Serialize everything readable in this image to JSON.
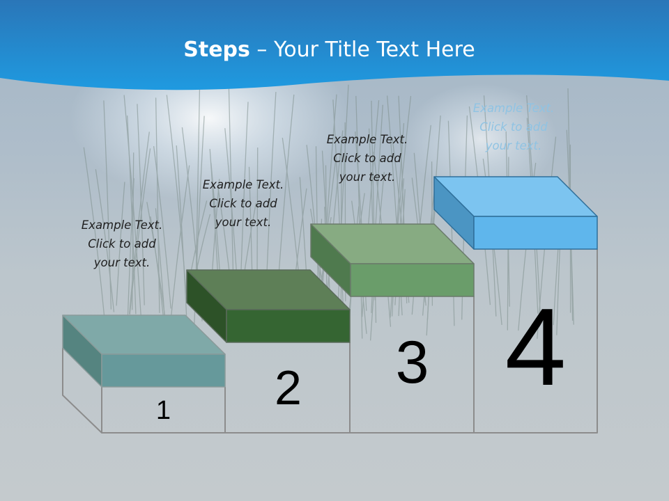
{
  "slide": {
    "title_bold": "Steps",
    "title_rest": " – Your Title Text Here"
  },
  "steps": [
    {
      "number": "1",
      "caption": [
        "Example Text.",
        "Click  to add",
        "your text."
      ],
      "color": "#66999b"
    },
    {
      "number": "2",
      "caption": [
        "Example Text.",
        "Click  to add",
        "your text."
      ],
      "color": "#356532"
    },
    {
      "number": "3",
      "caption": [
        "Example Text.",
        "Click  to add",
        "your text."
      ],
      "color": "#6a9d6a"
    },
    {
      "number": "4",
      "caption": [
        "Example Text.",
        "Click  to add",
        "your text."
      ],
      "color": "#5fb6ec"
    }
  ]
}
